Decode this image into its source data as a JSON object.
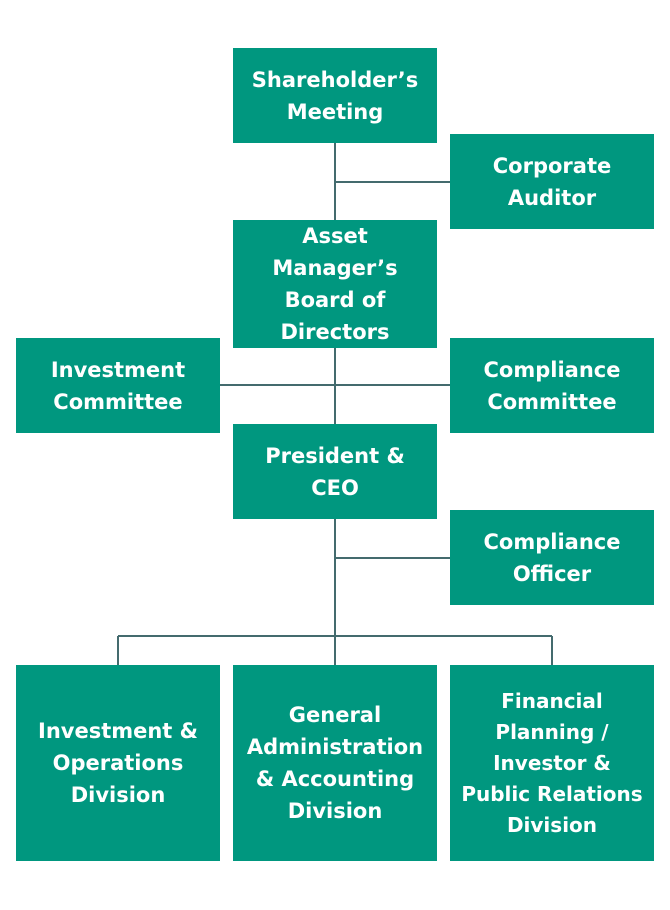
{
  "colors": {
    "box_fill": "#00977f",
    "box_text": "#ffffff",
    "connector": "#446b6e"
  },
  "chart": {
    "shareholders_meeting": "Shareholder’s\nMeeting",
    "corporate_auditor": "Corporate\nAuditor",
    "board_of_directors": "Asset Manager’s\nBoard of\nDirectors",
    "investment_committee": "Investment\nCommittee",
    "compliance_committee": "Compliance\nCommittee",
    "president_ceo": "President & CEO",
    "compliance_officer": "Compliance\nOfficer",
    "investment_operations_division": "Investment &\nOperations\nDivision",
    "general_administration_division": "General\nAdministration\n& Accounting\nDivision",
    "financial_planning_division": "Financial\nPlanning /\nInvestor &\nPublic Relations\nDivision"
  }
}
